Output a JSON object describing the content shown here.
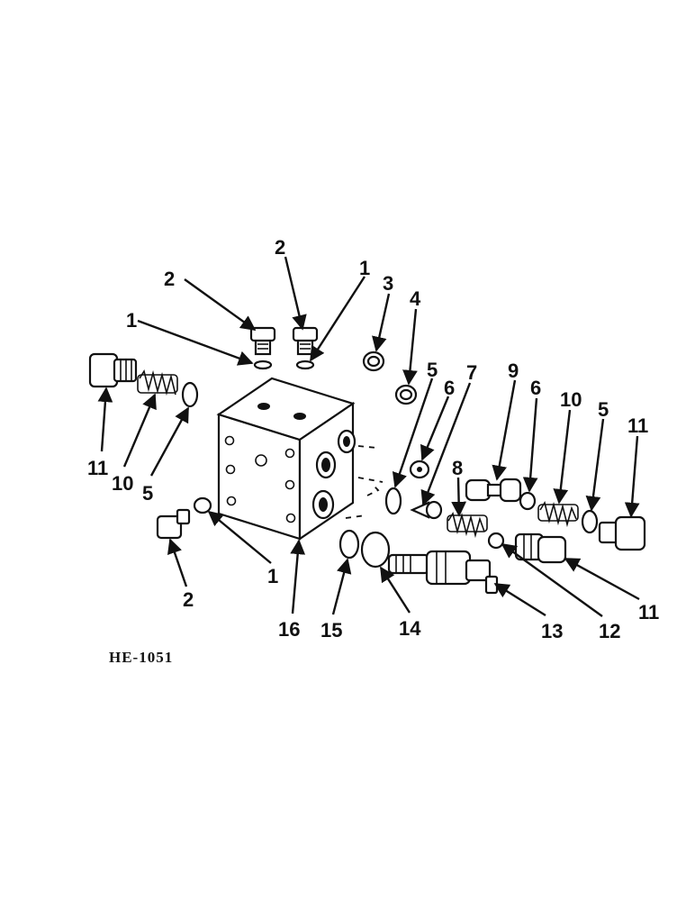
{
  "drawing_code": "HE-1051",
  "callouts": {
    "c1_left_top": "1",
    "c2_top_left": "2",
    "c2_top_right": "2",
    "c1_top_right": "1",
    "c3": "3",
    "c4": "4",
    "c11_left": "11",
    "c10_left": "10",
    "c5_left": "5",
    "c2_bottom": "2",
    "c1_bottom": "1",
    "c16": "16",
    "c15": "15",
    "c14": "14",
    "c13": "13",
    "c12": "12",
    "c11_right_low": "11",
    "c5_mid": "5",
    "c6_mid": "6",
    "c7": "7",
    "c8": "8",
    "c9": "9",
    "c6_right": "6",
    "c10_right": "10",
    "c5_right": "5",
    "c11_right_high": "11"
  }
}
